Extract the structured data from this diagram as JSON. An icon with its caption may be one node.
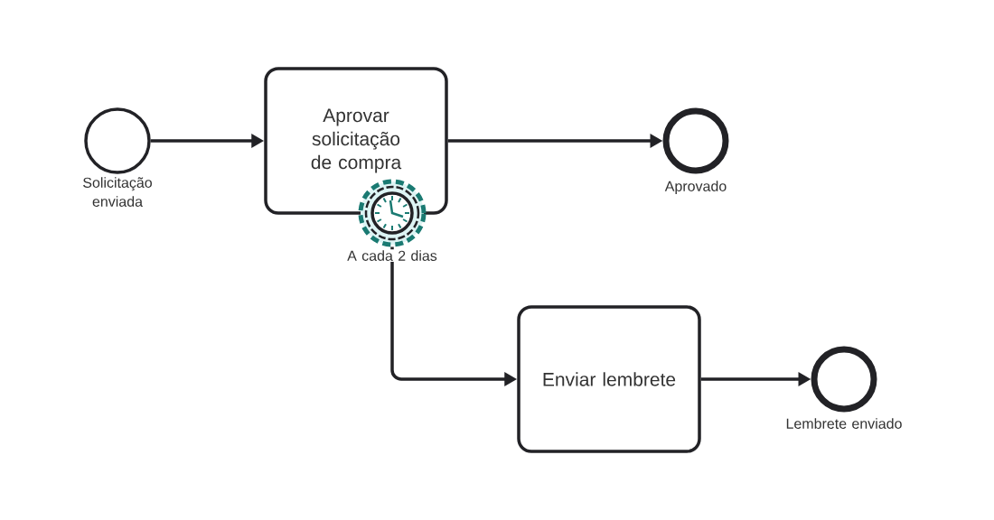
{
  "diagram": {
    "nodes": [
      {
        "text": [],
        "shape": "circle",
        "beside": [
          "Solicitação enviada"
        ]
      },
      {
        "text": [
          "Aprovar solicitação de compra"
        ]
      },
      {
        "text": [],
        "shape": "clock",
        "beside": [
          "A cada 2 dias"
        ]
      },
      {
        "text": [],
        "shape": "ring",
        "beside": [
          "Aprovado"
        ]
      },
      {
        "text": [
          "Enviar lembrete"
        ]
      },
      {
        "text": [],
        "shape": "ring",
        "beside": [
          "Lembrete enviado"
        ]
      }
    ],
    "edges": [
      {
        "from": 0,
        "to": 1,
        "arrow": "to"
      },
      {
        "from": 1,
        "to": 3,
        "arrow": "to"
      },
      {
        "from": 2,
        "to": 4,
        "arrow": "to"
      },
      {
        "from": 4,
        "to": 5,
        "arrow": "to"
      }
    ]
  }
}
